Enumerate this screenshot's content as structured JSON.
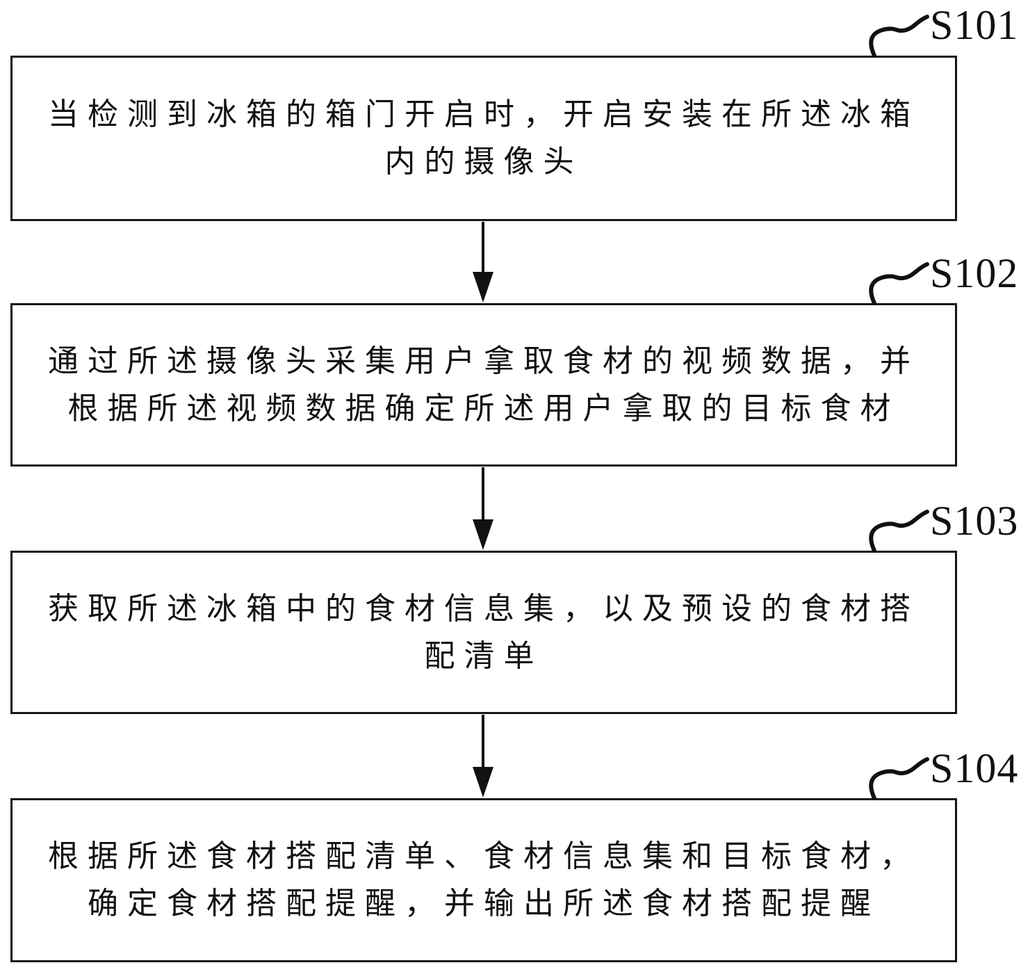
{
  "figure_type": "patent-flowchart",
  "colors": {
    "ink": "#111111",
    "background": "#ffffff"
  },
  "steps": [
    {
      "label": "S101",
      "text": "当检测到冰箱的箱门开启时，开启安装在所述冰箱\n内的摄像头"
    },
    {
      "label": "S102",
      "text": "通过所述摄像头采集用户拿取食材的视频数据，并\n根据所述视频数据确定所述用户拿取的目标食材"
    },
    {
      "label": "S103",
      "text": "获取所述冰箱中的食材信息集，以及预设的食材搭\n配清单"
    },
    {
      "label": "S104",
      "text": "根据所述食材搭配清单、食材信息集和目标食材，\n确定食材搭配提醒，并输出所述食材搭配提醒"
    }
  ]
}
